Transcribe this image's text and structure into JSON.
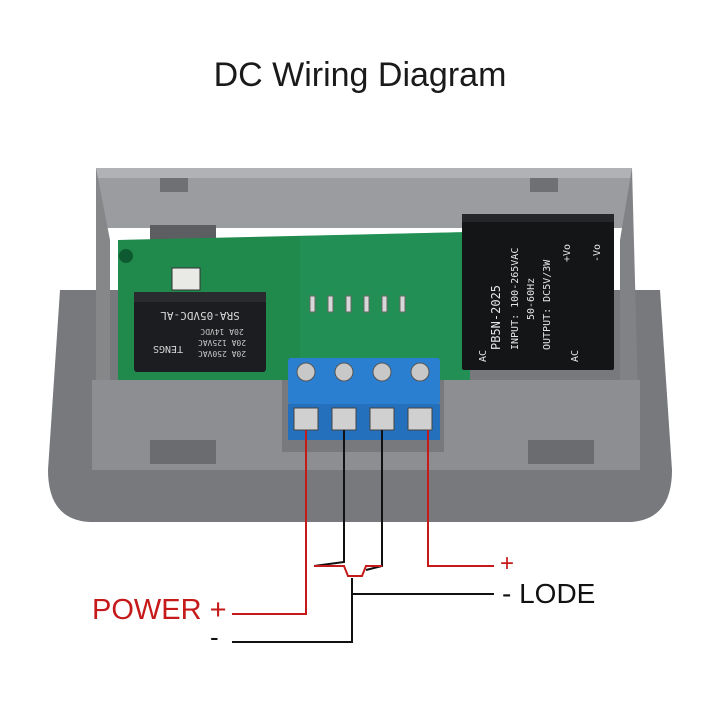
{
  "title": "DC Wiring Diagram",
  "labels": {
    "power": "POWER +",
    "power_negative": "-",
    "load_positive": "+",
    "load": "- LODE"
  },
  "relay": {
    "model": "SRA-05VDC-AL",
    "brand": "TENGS",
    "rating_1": "20A 14VDC",
    "rating_2": "20A 125VAC",
    "rating_3": "20A 250VAC"
  },
  "power_module": {
    "model": "PB5N-2025",
    "input": "INPUT: 100-265VAC",
    "frequency": "50-60Hz",
    "output": "OUTPUT: DC5V/3W",
    "pin_vo_pos": "+Vo",
    "pin_vo_neg": "-Vo",
    "pin_ac_1": "AC",
    "pin_ac_2": "AC"
  },
  "colors": {
    "positive_wire": "#c61a1a",
    "negative_wire": "#111111",
    "housing": "#8a8c90",
    "pcb": "#1f8a4c",
    "terminal": "#2b7fd0"
  }
}
